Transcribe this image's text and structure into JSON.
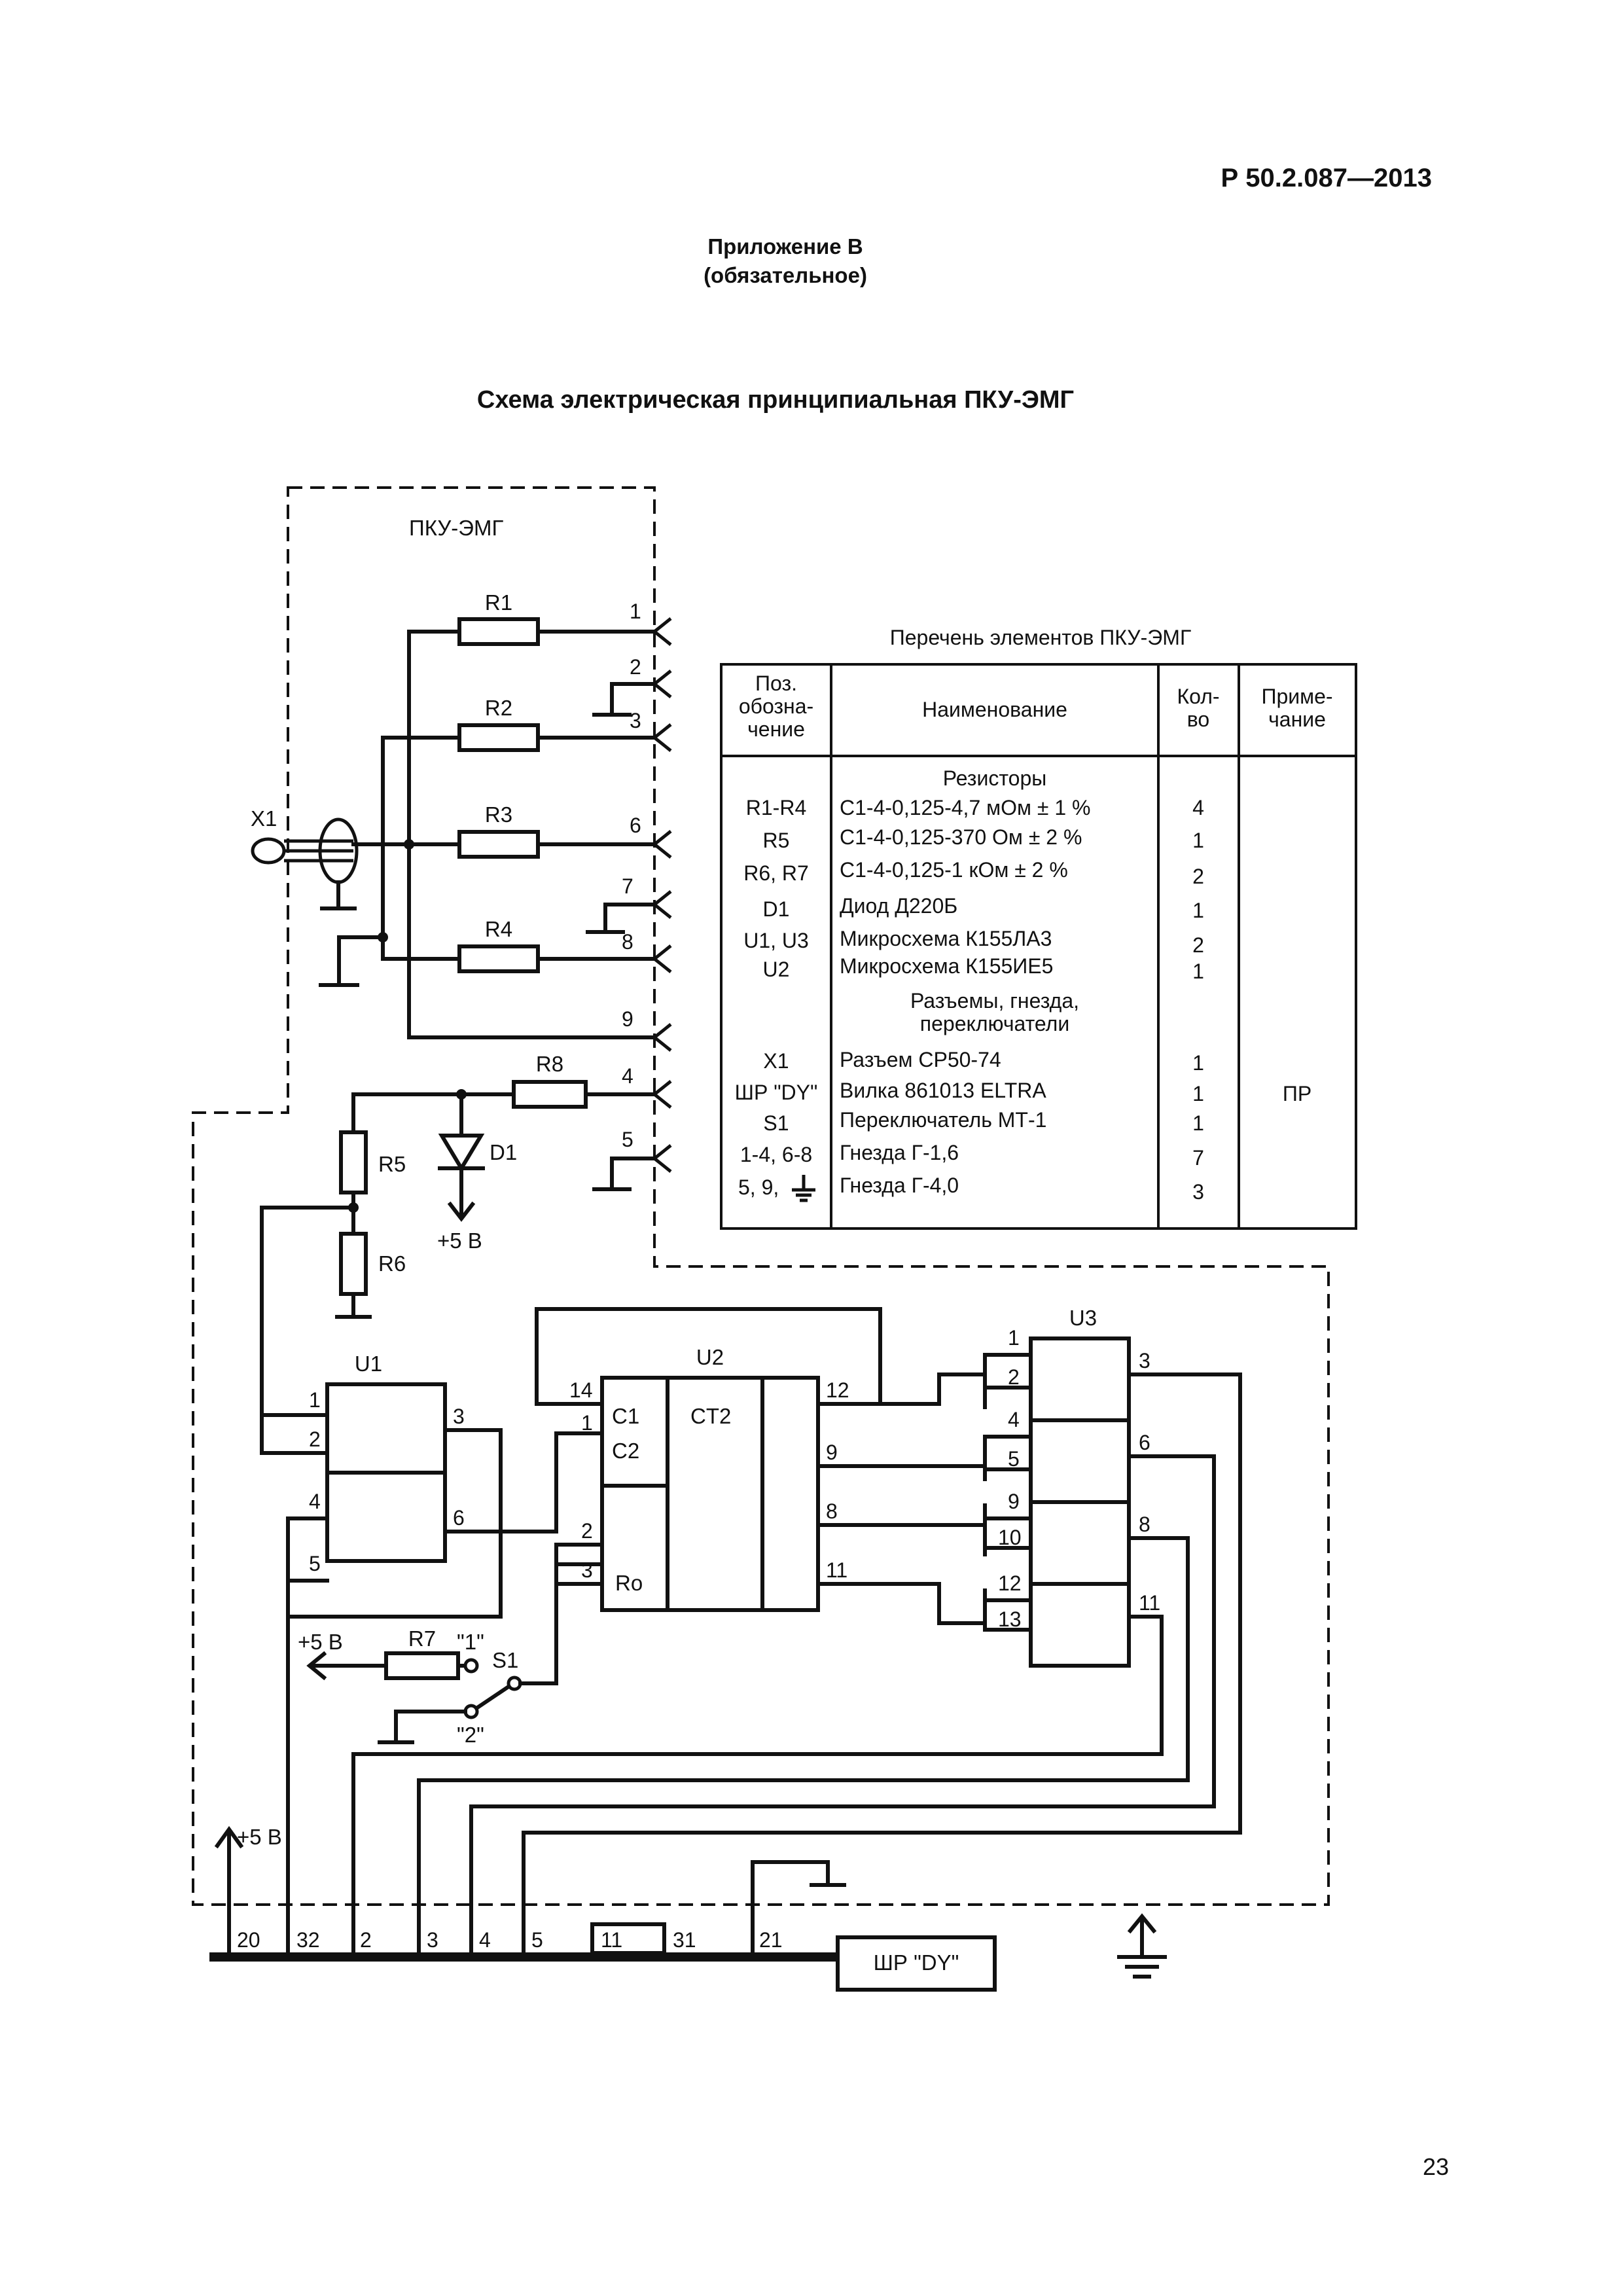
{
  "document": {
    "header": "Р 50.2.087—2013",
    "appendix_title": "Приложение В",
    "appendix_note": "(обязательное)",
    "title": "Схема электрическая принципиальная ПКУ-ЭМГ",
    "page_number": "23"
  },
  "schematic": {
    "block_label": "ПКУ-ЭМГ",
    "resistors": [
      "R1",
      "R2",
      "R3",
      "R4",
      "R5",
      "R6",
      "R7",
      "R8"
    ],
    "connector": "X1",
    "diode": "D1",
    "switch": "S1",
    "switch_positions": [
      "\"1\"",
      "\"2\""
    ],
    "supply_label": "+5 В",
    "jack_numbers": [
      "1",
      "2",
      "3",
      "6",
      "7",
      "8",
      "9",
      "4",
      "5"
    ],
    "chips": {
      "u1": {
        "label": "U1",
        "pins": [
          "1",
          "2",
          "3",
          "4",
          "5",
          "6"
        ]
      },
      "u2": {
        "label": "U2",
        "c1": "C1",
        "c2": "C2",
        "ct": "CT2",
        "ro": "Ro",
        "pins": [
          "14",
          "1",
          "2",
          "3",
          "12",
          "9",
          "8",
          "11"
        ]
      },
      "u3": {
        "label": "U3",
        "pins": [
          "1",
          "2",
          "4",
          "5",
          "9",
          "10",
          "12",
          "13",
          "3",
          "6",
          "8",
          "11"
        ]
      }
    },
    "bus_pins": [
      "20",
      "32",
      "2",
      "3",
      "4",
      "5",
      "11",
      "31",
      "21"
    ],
    "bus_connector": "ШР \"DY\""
  },
  "parts_list": {
    "title": "Перечень элементов ПКУ-ЭМГ",
    "headers": [
      "Поз. обозна-чение",
      "Наименование",
      "Кол-во",
      "Приме-чание"
    ],
    "header_lines": {
      "pos": [
        "Поз.",
        "обозна-",
        "чение"
      ],
      "name": [
        "Наименование"
      ],
      "qty": [
        "Кол-",
        "во"
      ],
      "note": [
        "Приме-",
        "чание"
      ]
    },
    "groups": {
      "resistors": "Резисторы",
      "connectors": [
        "Разъемы, гнезда,",
        "переключатели"
      ]
    },
    "rows": [
      {
        "pos": "R1-R4",
        "name": "С1-4-0,125-4,7 мОм ± 1 %",
        "qty": "4",
        "note": ""
      },
      {
        "pos": "R5",
        "name": "С1-4-0,125-370 Ом ± 2 %",
        "qty": "1",
        "note": ""
      },
      {
        "pos": "R6, R7",
        "name": "С1-4-0,125-1 кОм ± 2 %",
        "qty": "2",
        "note": ""
      },
      {
        "pos": "D1",
        "name": "Диод Д220Б",
        "qty": "1",
        "note": ""
      },
      {
        "pos": "U1, U3",
        "name": "Микросхема К155ЛА3",
        "qty": "2",
        "note": ""
      },
      {
        "pos": "U2",
        "name": "Микросхема К155ИЕ5",
        "qty": "1",
        "note": ""
      },
      {
        "pos": "X1",
        "name": "Разъем СР50-74",
        "qty": "1",
        "note": ""
      },
      {
        "pos": "ШР \"DY\"",
        "name": "Вилка 861013 ELTRA",
        "qty": "1",
        "note": "ПР"
      },
      {
        "pos": "S1",
        "name": "Переключатель МТ-1",
        "qty": "1",
        "note": ""
      },
      {
        "pos": "1-4, 6-8",
        "name": "Гнезда Г-1,6",
        "qty": "7",
        "note": ""
      },
      {
        "pos": "5, 9,",
        "name": "Гнезда Г-4,0",
        "qty": "3",
        "note": ""
      }
    ]
  }
}
